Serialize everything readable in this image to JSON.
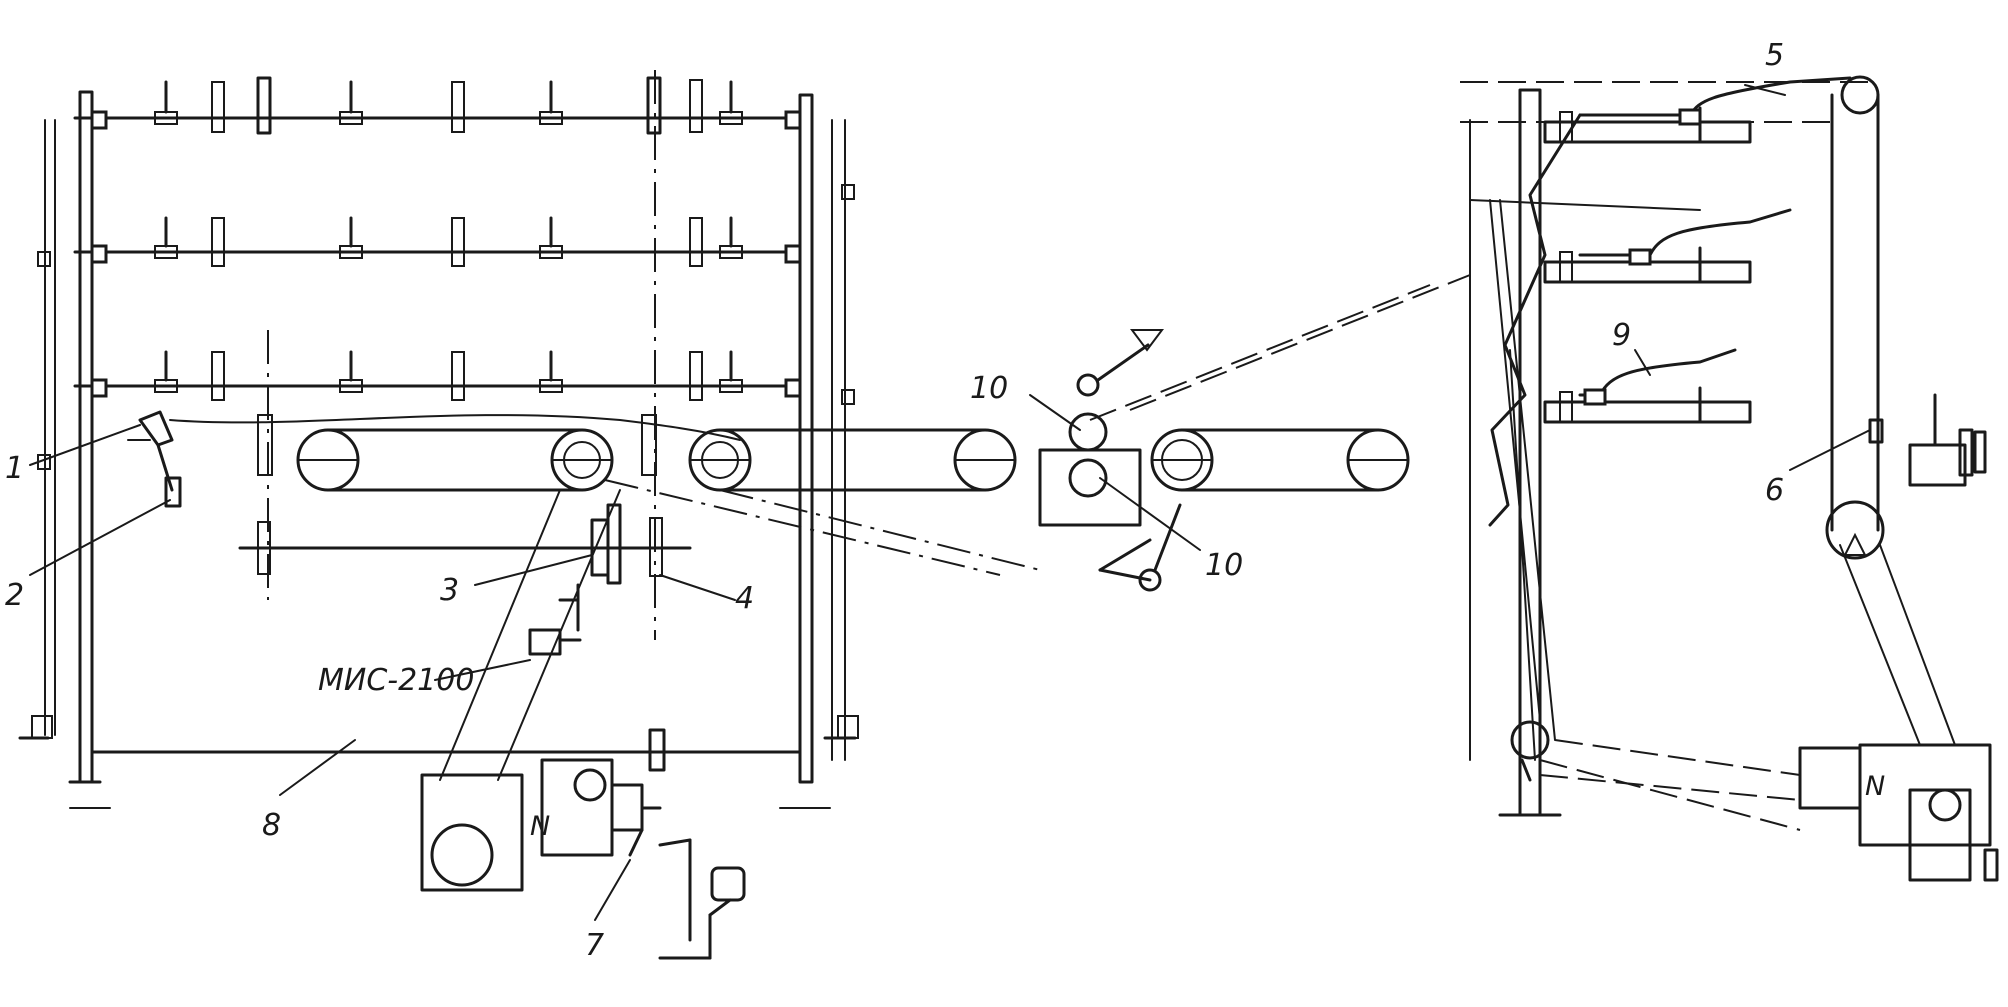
{
  "labels": {
    "l1": "1",
    "l2": "2",
    "l3": "3",
    "l4": "4",
    "l5": "5",
    "l6": "6",
    "l7": "7",
    "l8": "8",
    "l9": "9",
    "l10a": "10",
    "l10b": "10",
    "mis": "МИС-2100",
    "n1": "N",
    "n2": "N"
  }
}
